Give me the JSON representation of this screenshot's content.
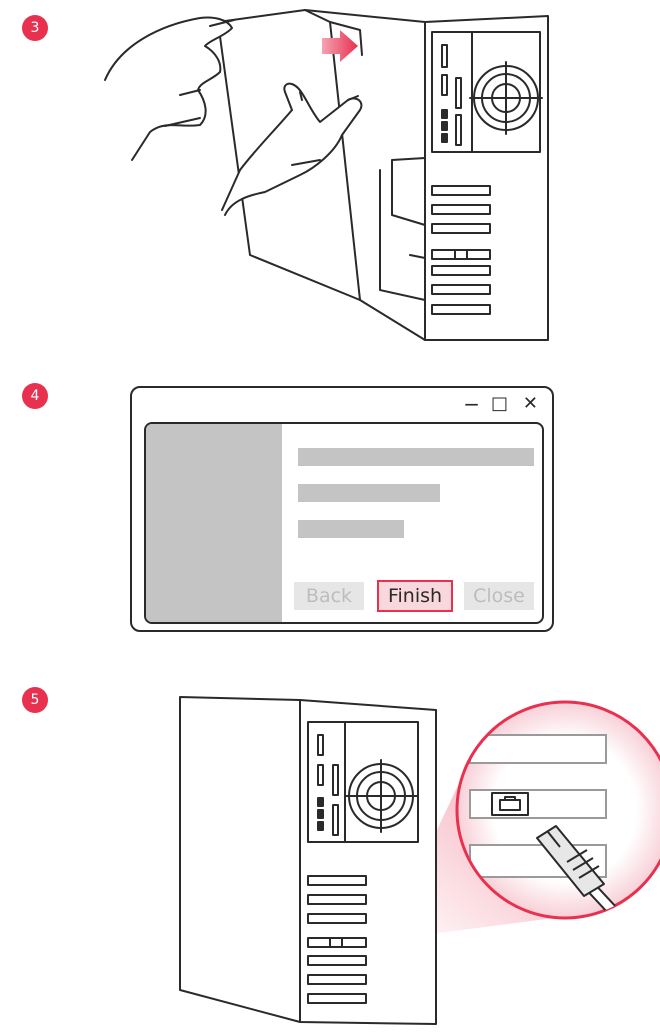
{
  "colors": {
    "accent": "#e8304f",
    "line": "#2a2a2a",
    "placeholder": "#c4c4c4",
    "disabled_button": "#e6e6e6",
    "disabled_text": "#bdbdbd",
    "finish_fill": "#f8d7dd"
  },
  "steps": [
    {
      "number": "3"
    },
    {
      "number": "4"
    },
    {
      "number": "5"
    }
  ],
  "dialog": {
    "controls": {
      "minimize": "−",
      "maximize": "□",
      "close": "✕"
    },
    "buttons": {
      "back": "Back",
      "finish": "Finish",
      "close": "Close"
    }
  },
  "icons": [
    "hands-icon",
    "arrow-right-icon",
    "computer-tower-icon",
    "ethernet-port-icon",
    "network-cable-icon",
    "magnifier-circle-icon"
  ]
}
